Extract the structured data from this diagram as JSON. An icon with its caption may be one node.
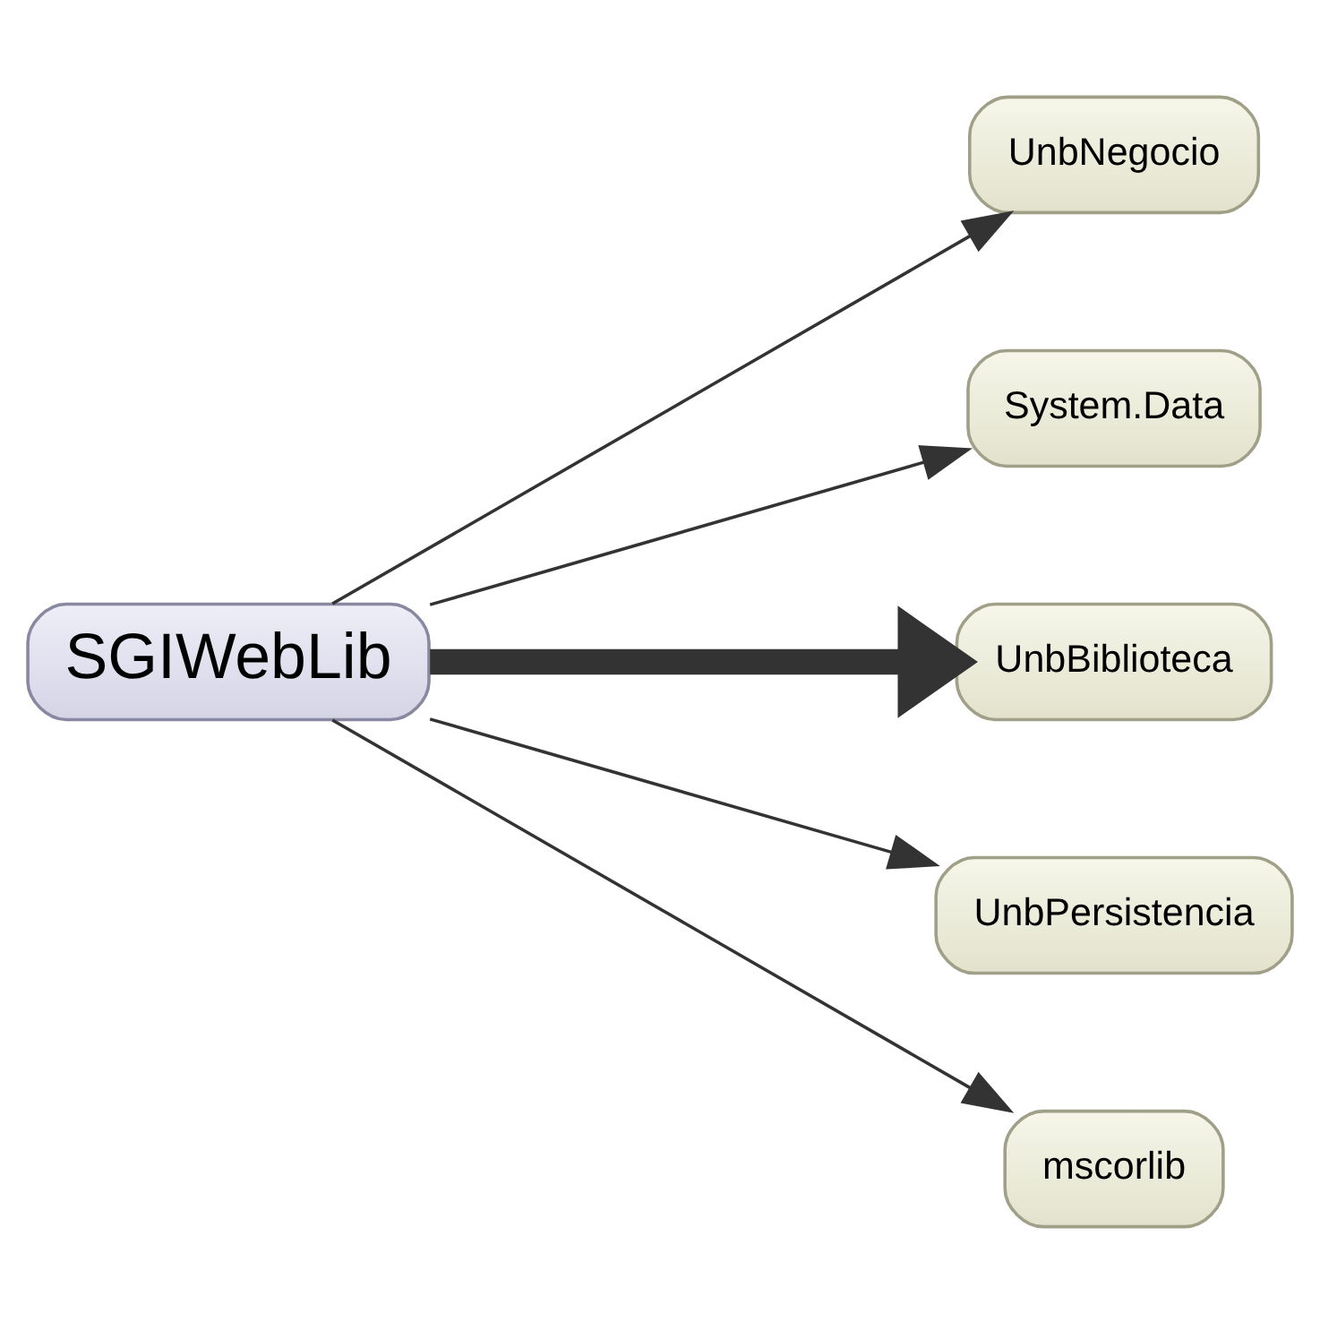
{
  "diagram": {
    "nodes": [
      {
        "text": [
          "SGIWebLib"
        ]
      },
      {
        "text": [
          "UnbNegocio"
        ]
      },
      {
        "text": [
          "System.Data"
        ]
      },
      {
        "text": [
          "UnbBiblioteca"
        ]
      },
      {
        "text": [
          "UnbPersistencia"
        ]
      },
      {
        "text": [
          "mscorlib"
        ]
      }
    ],
    "edges": [
      {
        "from": 0,
        "to": 1,
        "arrow": "to"
      },
      {
        "from": 0,
        "to": 2,
        "arrow": "to"
      },
      {
        "from": 0,
        "to": 3,
        "arrow": "to",
        "style": "thick"
      },
      {
        "from": 0,
        "to": 4,
        "arrow": "to"
      },
      {
        "from": 0,
        "to": 5,
        "arrow": "to"
      }
    ]
  }
}
